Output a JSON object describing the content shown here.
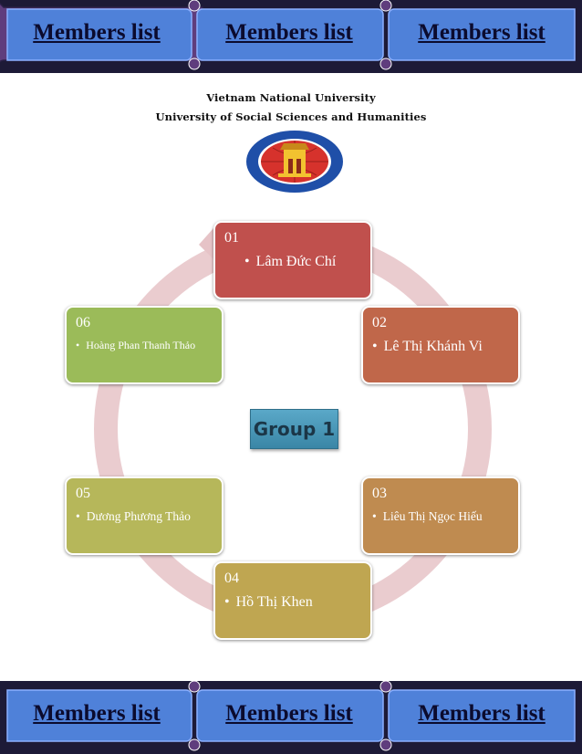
{
  "banners": {
    "top": [
      "Members list",
      "Members list",
      "Members list"
    ],
    "bottom": [
      "Members list",
      "Members list",
      "Members list"
    ]
  },
  "header": {
    "line1": "Vietnam National University",
    "line2": "University of Social Sciences and Humanities"
  },
  "group_label": "Group 1",
  "members": [
    {
      "num": "01",
      "name": "Lâm Đức Chí",
      "color": "#c0504d"
    },
    {
      "num": "02",
      "name": "Lê Thị Khánh Vi",
      "color": "#c0674a"
    },
    {
      "num": "03",
      "name": "Liêu Thị Ngọc Hiếu",
      "color": "#bf8b50"
    },
    {
      "num": "04",
      "name": "Hồ Thị Khen",
      "color": "#bfa651"
    },
    {
      "num": "05",
      "name": "Dương Phương Thảo",
      "color": "#b6b75a"
    },
    {
      "num": "06",
      "name": "Hoàng Phan Thanh Thảo",
      "color": "#9bbb59"
    }
  ],
  "colors": {
    "banner_fill": "#4f81d9",
    "banner_frame": "#5f3d7d",
    "ring": "#e6c3c7"
  },
  "icons": [
    "university-seal-icon"
  ]
}
